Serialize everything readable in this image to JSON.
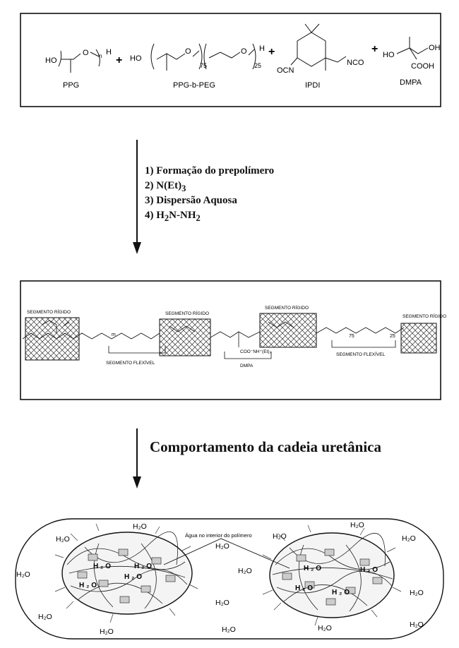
{
  "reactants": {
    "ppg_label": "PPG",
    "ppg_formula_ho": "HO",
    "ppg_formula_o": "O",
    "ppg_n": "n",
    "ppg_h": "H",
    "ppgpeg_label": "PPG-b-PEG",
    "ppgpeg_ho": "HO",
    "ppgpeg_o1": "O",
    "ppgpeg_sub1": "75",
    "ppgpeg_o2": "O",
    "ppgpeg_sub2": "25",
    "ppgpeg_h": "H",
    "ipdi_label": "IPDI",
    "ipdi_ocn": "OCN",
    "ipdi_nco": "NCO",
    "dmpa_label": "DMPA",
    "dmpa_ho": "HO",
    "dmpa_oh": "OH",
    "dmpa_cooh": "COOH",
    "plus": "+"
  },
  "steps": {
    "s1": "1) Formação do prepolímero",
    "s2_main": "2) N(Et)",
    "s2_sub": "3",
    "s3": "3) Dispersão Aquosa",
    "s4_a": "4) H",
    "s4_sub1": "2",
    "s4_b": "N-NH",
    "s4_sub2": "2"
  },
  "polymer": {
    "rigid_label": "SEGMENTO RÍGIDO",
    "flexible_label": "SEGMENTO FLEXÍVEL",
    "dmpa_label": "DMPA",
    "coo_label": "COO⁻NH⁺(Et)₃",
    "sub_m": "m",
    "sub_75": "75",
    "sub_25": "25"
  },
  "behavior": {
    "title": "Comportamento da cadeia uretânica",
    "water_interior_label": "Água no interior do polímero",
    "water": "H₂O",
    "water_spaced": "H ₂ O"
  }
}
